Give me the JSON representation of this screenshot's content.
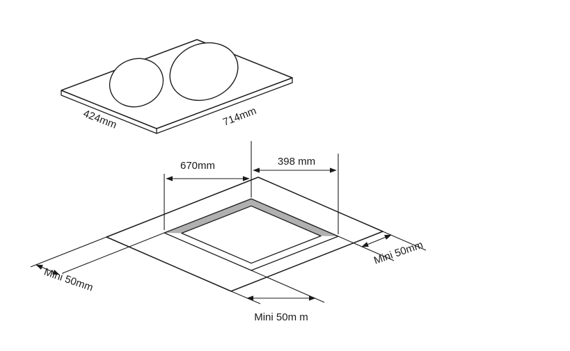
{
  "diagram": {
    "cooktop": {
      "depth_label": "424mm",
      "width_label": "714mm"
    },
    "cutout": {
      "width_label": "670mm",
      "depth_label": "398 mm"
    },
    "clearances": {
      "left": "Mini 50mm",
      "right": "Mini 50mm",
      "front": "Mini 50m m"
    }
  },
  "colors": {
    "line": "#1a1a1a",
    "band": "#b0b0b0",
    "background": "#ffffff"
  }
}
